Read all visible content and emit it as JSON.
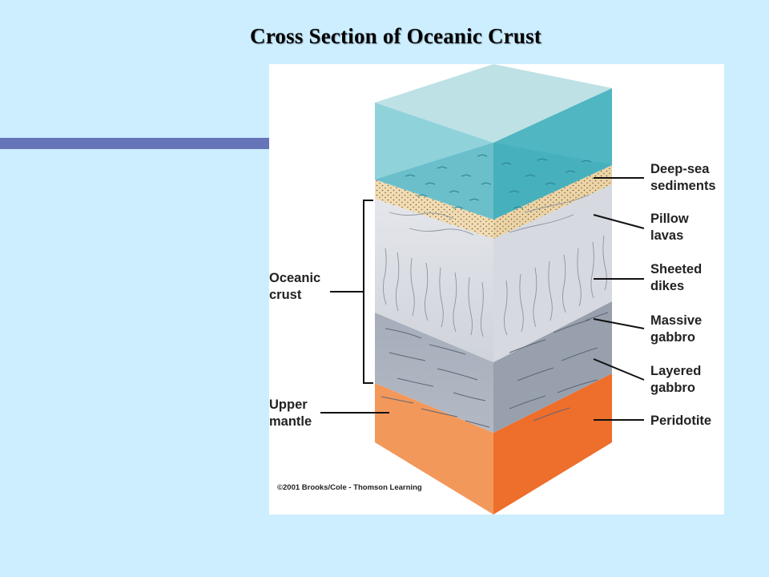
{
  "slide": {
    "title": "Cross Section of Oceanic Crust",
    "background_color": "#cceeff",
    "accent_bar_color": "#6674b8"
  },
  "diagram": {
    "layers_right": [
      {
        "line1": "Deep-sea",
        "line2": "sediments"
      },
      {
        "line1": "Pillow",
        "line2": "lavas"
      },
      {
        "line1": "Sheeted",
        "line2": "dikes"
      },
      {
        "line1": "Massive",
        "line2": "gabbro"
      },
      {
        "line1": "Layered",
        "line2": "gabbro"
      },
      {
        "line1": "Peridotite",
        "line2": ""
      }
    ],
    "labels_left": [
      {
        "line1": "Oceanic",
        "line2": "crust"
      },
      {
        "line1": "Upper",
        "line2": "mantle"
      }
    ],
    "credit": "©2001 Brooks/Cole - Thomson Learning",
    "colors": {
      "water_top": "#bde1e4",
      "water_left": "#8fd2da",
      "water_right": "#4fb6c2",
      "sediment": "#f1dcb3",
      "lava": "#e2e4e9",
      "gabbro": "#9ba4b3",
      "mantle_left": "#f3985b",
      "mantle_right": "#ee6e2c"
    }
  }
}
